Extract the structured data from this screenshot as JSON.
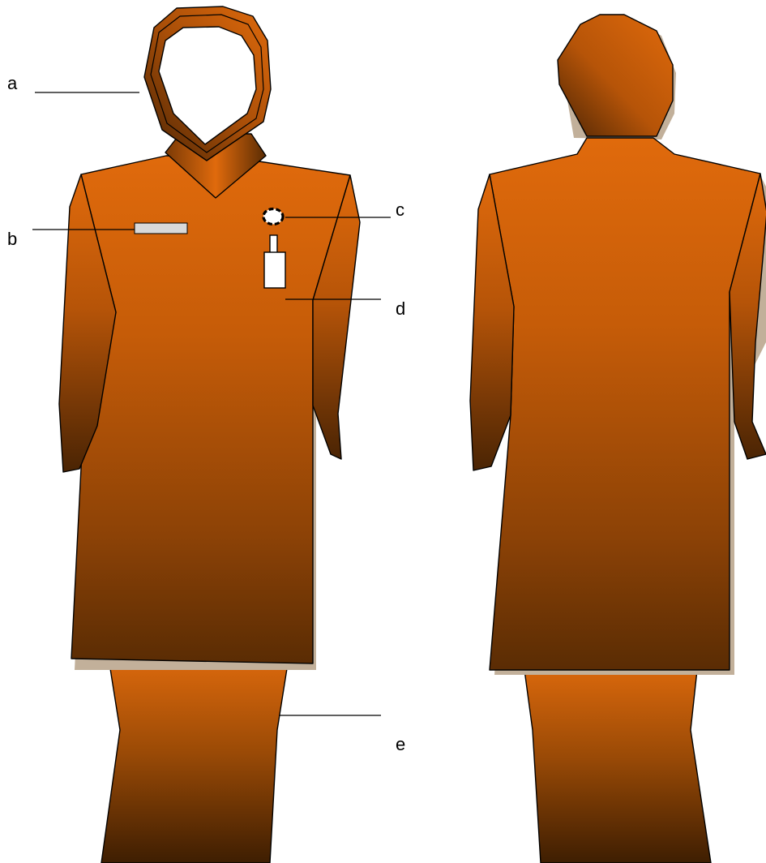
{
  "figure": {
    "views": [
      {
        "id": "front",
        "parts": [
          "hijab",
          "baju-kurung-top",
          "name-tag",
          "brooch",
          "pocket-pin",
          "skirt"
        ]
      },
      {
        "id": "back",
        "parts": [
          "head",
          "baju-kurung-top",
          "skirt"
        ]
      }
    ],
    "colors": {
      "fabric_light": "#e06a0c",
      "fabric_mid": "#b65408",
      "fabric_dark": "#4a2404",
      "name_tag": "#d9d9d9",
      "outline": "#000000"
    },
    "callouts": [
      {
        "letter": "a",
        "target": "hijab"
      },
      {
        "letter": "b",
        "target": "name-tag"
      },
      {
        "letter": "c",
        "target": "brooch"
      },
      {
        "letter": "d",
        "target": "pocket-pin"
      },
      {
        "letter": "e",
        "target": "skirt"
      }
    ]
  }
}
